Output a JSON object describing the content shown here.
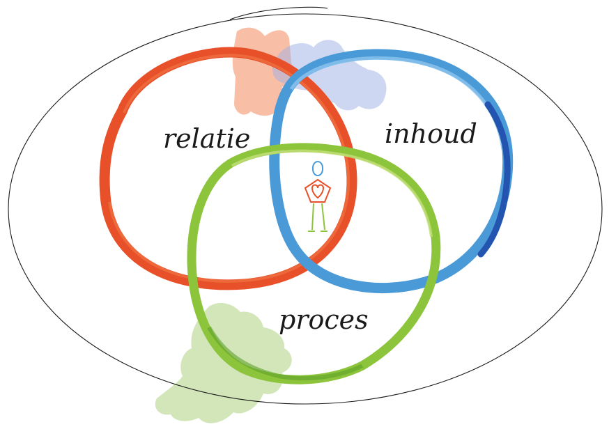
{
  "diagram": {
    "labels": {
      "relatie": "relatie",
      "inhoud": "inhoud",
      "proces": "proces"
    },
    "colors": {
      "relatie": "#E8502A",
      "relatie_light": "#F07A4A",
      "inhoud": "#4A9AD8",
      "inhoud_light": "#8CC4EE",
      "inhoud_dark": "#2355B0",
      "proces": "#8CC43C",
      "proces_light": "#C4E07A",
      "orange_splash": "#F5B090",
      "blue_splash": "#B9C6EC",
      "green_splash": "#C8E0A4",
      "outline": "#1a1a1a"
    }
  }
}
